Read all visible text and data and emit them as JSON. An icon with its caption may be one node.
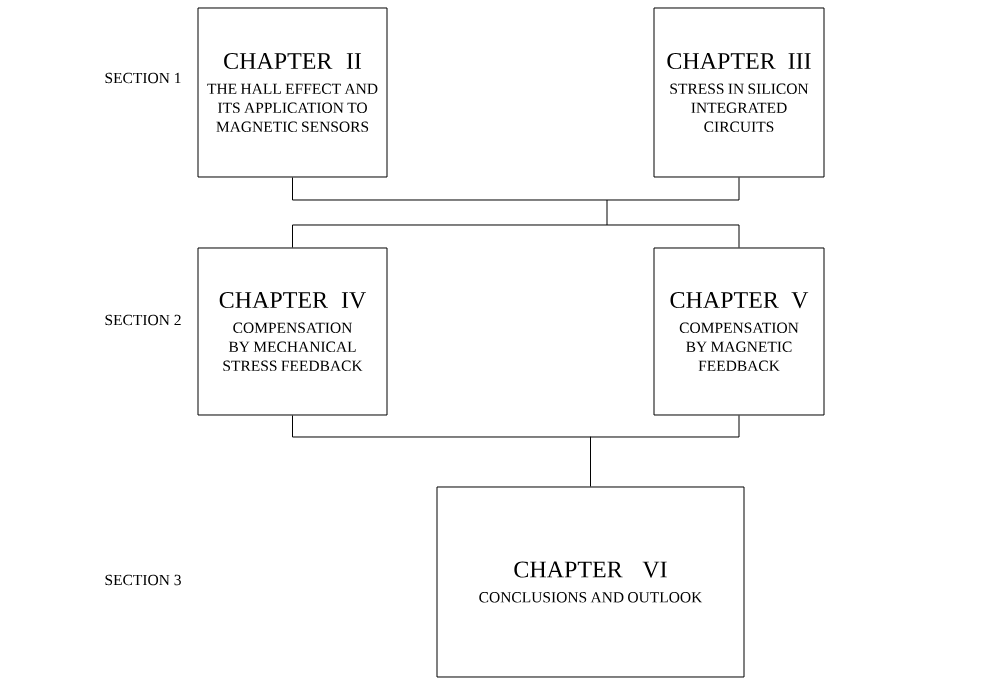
{
  "diagram": {
    "nodes": [
      {
        "text": [
          "CHAPTER II",
          "THE HALL EFFECT AND ITS APPLICATION TO MAGNETIC SENSORS"
        ]
      },
      {
        "text": [
          "CHAPTER III",
          "STRESS IN SILICON INTEGRATED CIRCUITS"
        ]
      },
      {
        "text": [
          "CHAPTER IV",
          "COMPENSATION BY MECHANICAL STRESS FEEDBACK"
        ]
      },
      {
        "text": [
          "CHAPTER V",
          "COMPENSATION BY MAGNETIC FEEDBACK"
        ]
      },
      {
        "text": [
          "CHAPTER VI",
          "CONCLUSIONS AND OUTLOOK"
        ]
      }
    ],
    "edges": [
      {
        "from": 0,
        "to": 2,
        "arrow": "none"
      },
      {
        "from": 0,
        "to": 3,
        "arrow": "none"
      },
      {
        "from": 1,
        "to": 2,
        "arrow": "none"
      },
      {
        "from": 1,
        "to": 3,
        "arrow": "none"
      },
      {
        "from": 2,
        "to": 4,
        "arrow": "none"
      },
      {
        "from": 3,
        "to": 4,
        "arrow": "none"
      }
    ],
    "labels": [
      "SECTION 1",
      "SECTION 2",
      "SECTION 3"
    ]
  }
}
